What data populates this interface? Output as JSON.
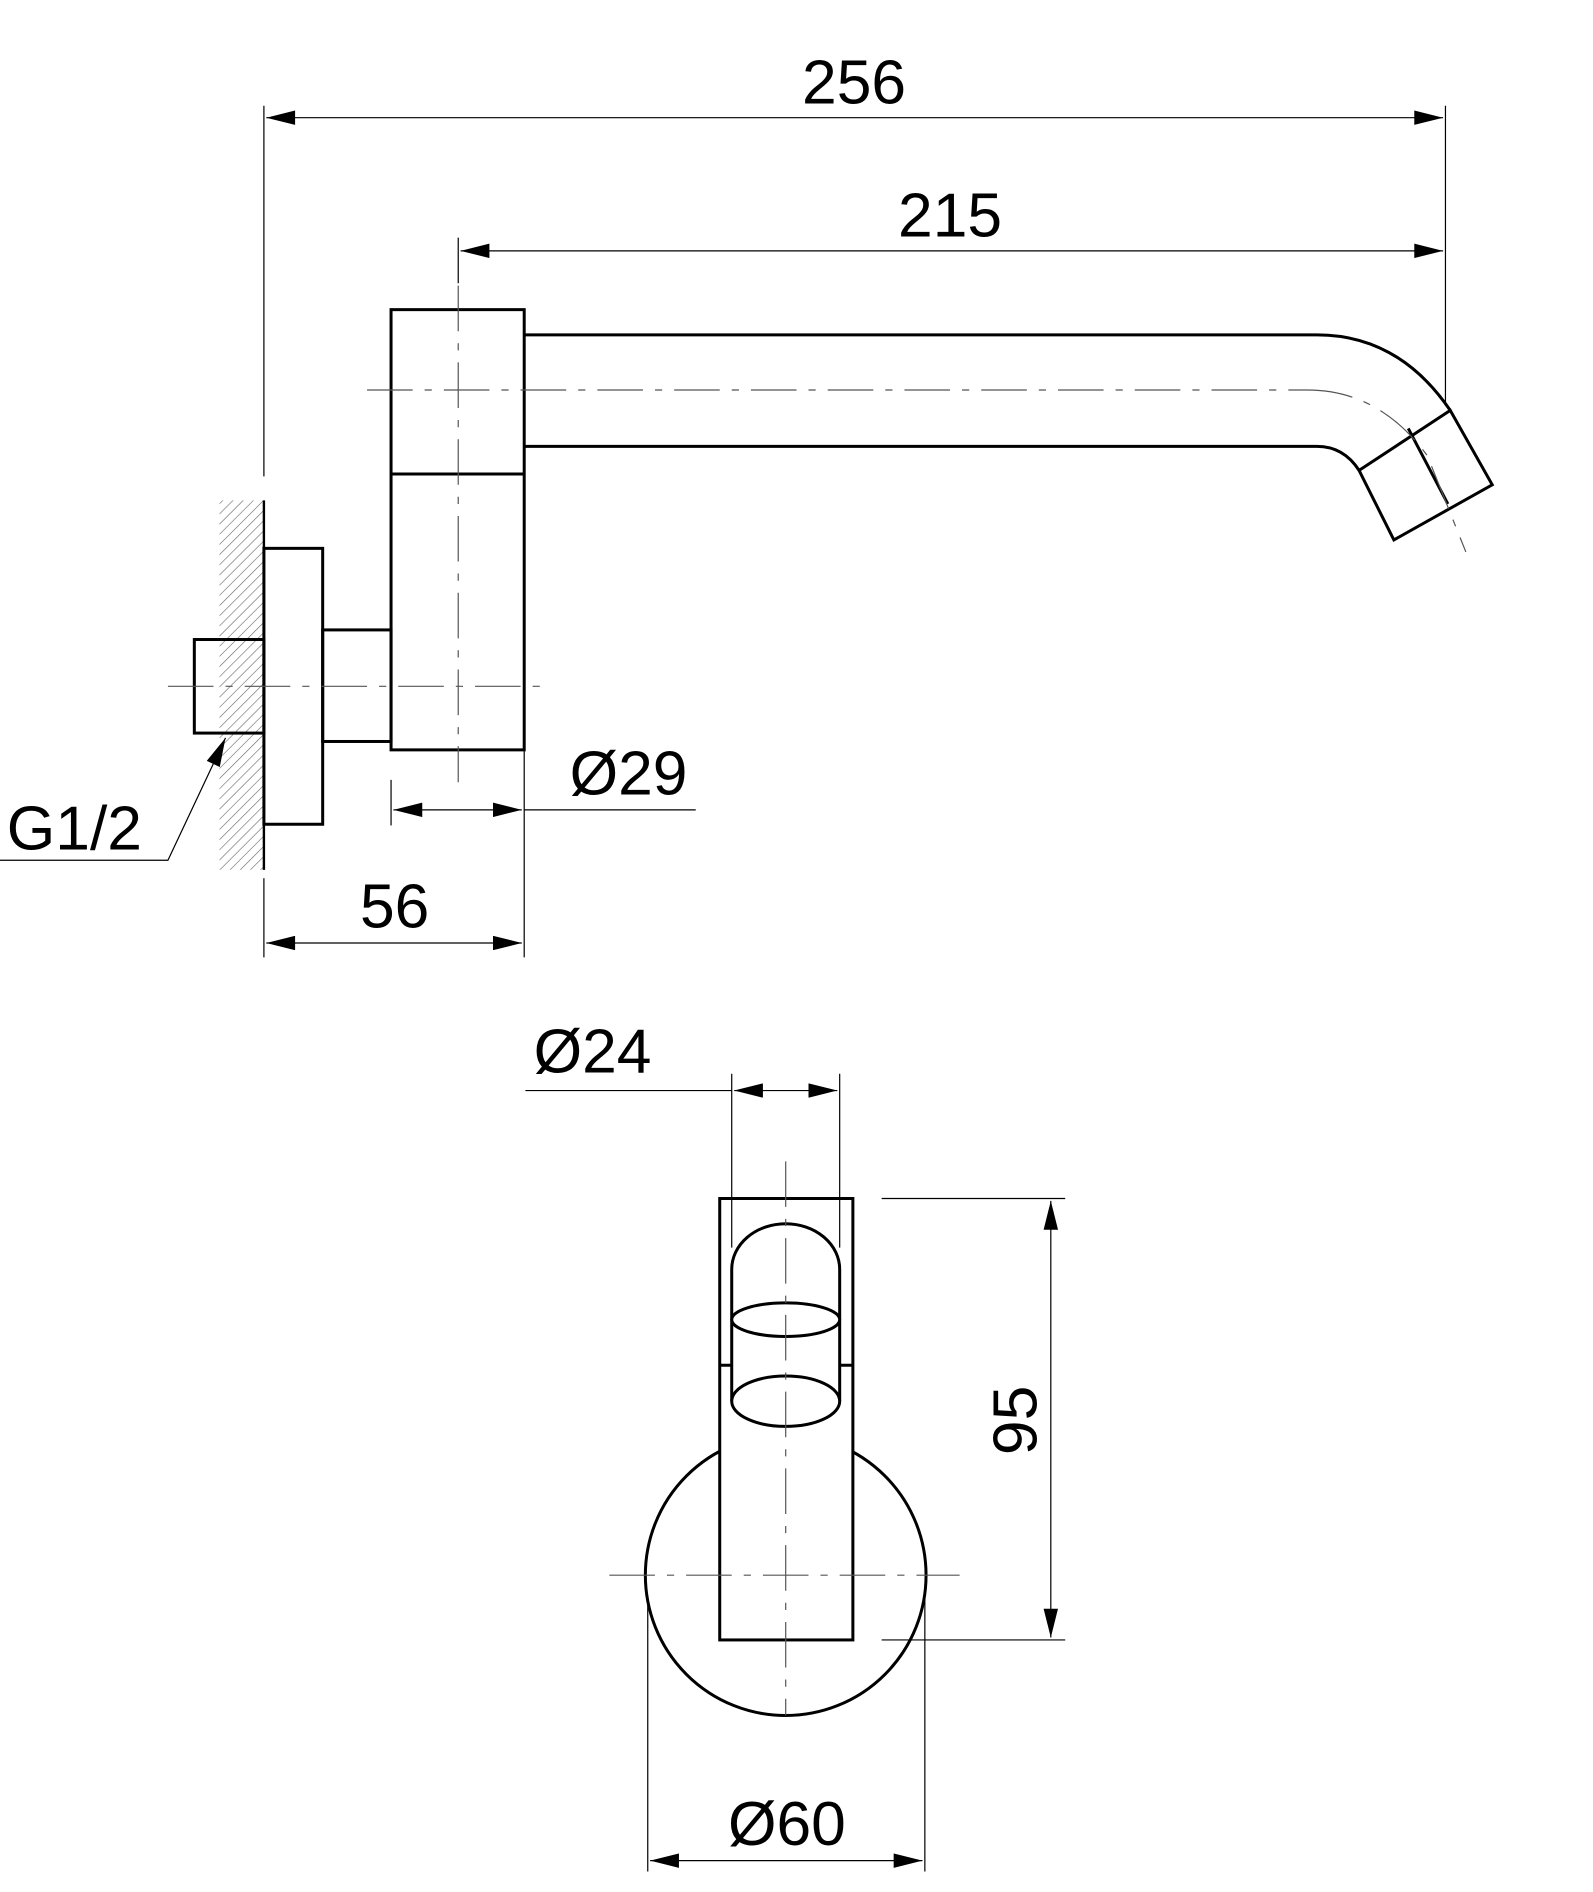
{
  "drawing": {
    "colors": {
      "line": "#000000",
      "background": "#ffffff"
    },
    "side_view": {
      "overall_length": "256",
      "spout_length": "215",
      "body_diameter": "Ø29",
      "projection_from_wall": "56",
      "thread": "G1/2"
    },
    "front_view": {
      "spout_diameter": "Ø24",
      "height": "95",
      "rosette_diameter": "Ø60"
    }
  }
}
